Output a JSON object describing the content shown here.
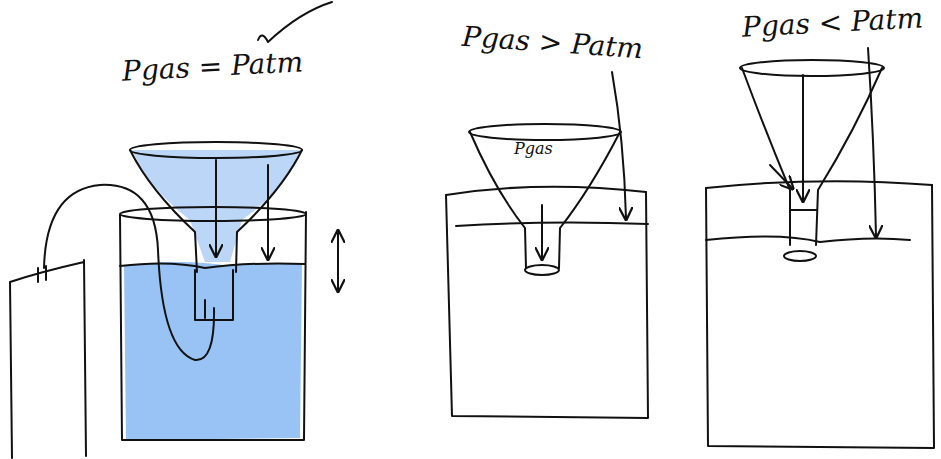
{
  "diagram": {
    "labels": [
      "Pgas = Patm",
      "Pgas > Patm",
      "Pgas",
      "Pgas < Patm"
    ]
  }
}
